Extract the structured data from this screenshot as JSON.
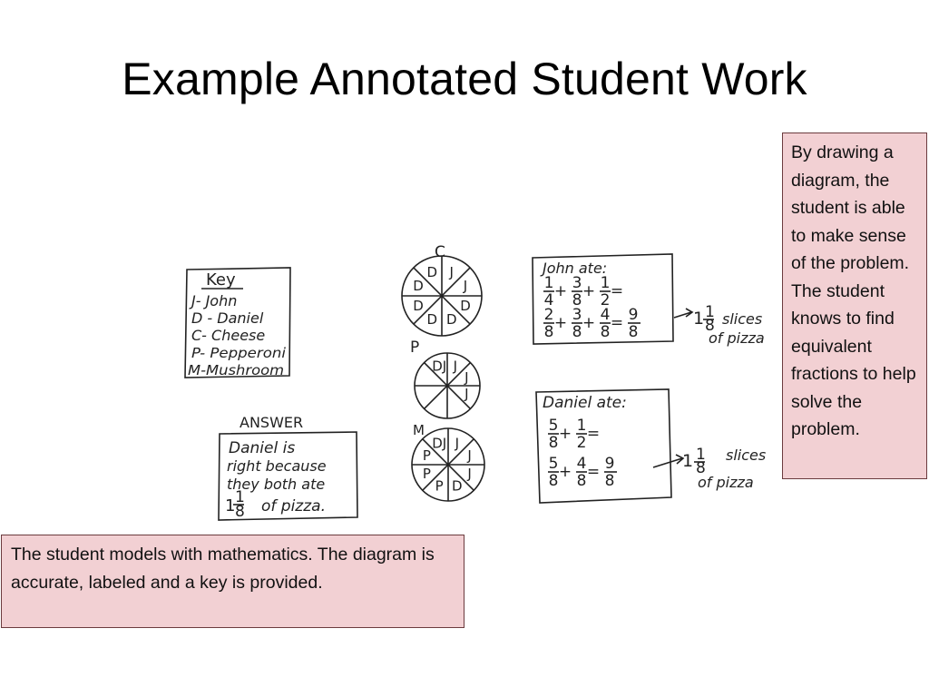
{
  "slide": {
    "title": "Example Annotated Student Work"
  },
  "notes": {
    "right": [
      "By drawing a diagram, the student is able to make sense of the problem.",
      "The student knows to find equivalent fractions to help solve the problem."
    ],
    "bottom": "The student models with mathematics.  The diagram is accurate, labeled and a key is provided."
  },
  "student_work": {
    "key": {
      "title": "Key",
      "entries": [
        "J- John",
        "D - Daniel",
        "C- Cheese",
        "P- Pepperoni",
        "M-Mushroom"
      ]
    },
    "answer": {
      "title": "ANSWER",
      "lines": [
        "Daniel is",
        "right because",
        "they both ate",
        "of pizza."
      ],
      "whole": "1",
      "numerator": "1",
      "denominator": "8"
    },
    "pizzas": [
      {
        "letter": "C",
        "slices": [
          "J",
          "J",
          "D",
          "D",
          "D",
          "D",
          "D",
          "D"
        ]
      },
      {
        "letter": "P",
        "slices": [
          "J",
          "J",
          "J",
          "",
          "",
          "",
          "",
          "DJ"
        ]
      },
      {
        "letter": "M",
        "slices": [
          "J",
          "J",
          "J",
          "D",
          "P",
          "P",
          "P",
          "DJ"
        ]
      }
    ],
    "john": {
      "heading": "John ate:",
      "line1": [
        {
          "n": "1",
          "d": "4"
        },
        {
          "n": "3",
          "d": "8"
        },
        {
          "n": "1",
          "d": "2"
        }
      ],
      "line2": [
        {
          "n": "2",
          "d": "8"
        },
        {
          "n": "3",
          "d": "8"
        },
        {
          "n": "4",
          "d": "8"
        }
      ],
      "line2_result": {
        "n": "9",
        "d": "8"
      }
    },
    "daniel": {
      "heading": "Daniel ate:",
      "line1": [
        {
          "n": "5",
          "d": "8"
        },
        {
          "n": "1",
          "d": "2"
        }
      ],
      "line2": [
        {
          "n": "5",
          "d": "8"
        },
        {
          "n": "4",
          "d": "8"
        }
      ],
      "line2_result": {
        "n": "9",
        "d": "8"
      }
    },
    "john_result": {
      "whole": "1",
      "n": "1",
      "d": "8",
      "text1": "slices",
      "text2": "of pizza"
    },
    "daniel_result": {
      "whole": "1",
      "n": "1",
      "d": "8",
      "text1": "slices",
      "text2": "of pizza"
    }
  }
}
